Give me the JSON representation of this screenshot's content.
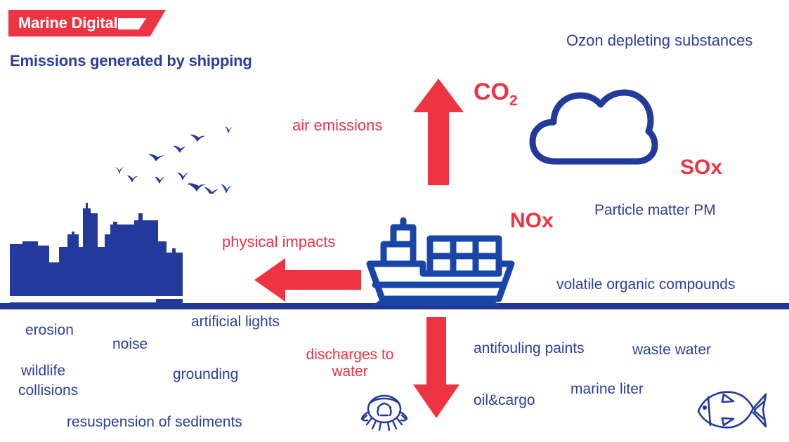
{
  "brand": {
    "logo_text": "Marine Digital",
    "logo_icon": "flag-shape",
    "banner_color": "#ee3443"
  },
  "headline": "Emissions generated by shipping",
  "colors": {
    "red": "#ee3443",
    "blue": "#2b3e9e",
    "waterline_blue": "#22358f",
    "background": "#ffffff"
  },
  "arrows": {
    "up": {
      "label": "air emissions",
      "direction": "up",
      "color": "#ee3443"
    },
    "left": {
      "label": "physical impacts",
      "direction": "left",
      "color": "#ee3443"
    },
    "down": {
      "label_line1": "discharges to",
      "label_line2": "water",
      "direction": "down",
      "color": "#ee3443"
    }
  },
  "air_emissions": {
    "chemicals": [
      {
        "name": "CO",
        "sub": "2"
      },
      {
        "name": "SOx",
        "sub": ""
      },
      {
        "name": "NOx",
        "sub": ""
      }
    ],
    "labels": [
      "Ozon depleting substances",
      "Particle matter PM",
      "volatile organic compounds"
    ]
  },
  "physical_impacts": {
    "labels": [
      "erosion",
      "noise",
      "artificial lights",
      "wildlife",
      "collisions",
      "grounding",
      "resuspension of sediments"
    ]
  },
  "water_discharges": {
    "labels": [
      "antifouling paints",
      "waste water",
      "oil&cargo",
      "marine liter"
    ]
  },
  "illustrations": [
    {
      "name": "city-skyline-icon"
    },
    {
      "name": "birds-flock-icon"
    },
    {
      "name": "cloud-icon"
    },
    {
      "name": "cargo-ship-icon"
    },
    {
      "name": "crab-icon"
    },
    {
      "name": "fish-icon"
    }
  ]
}
